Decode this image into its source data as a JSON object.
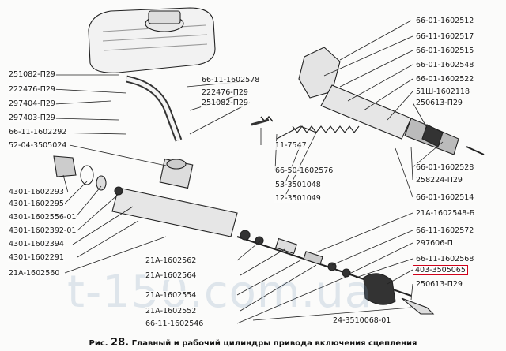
{
  "labels_left": [
    "251082-П29",
    "222476-П29",
    "297404-П29",
    "297403-П29",
    "66-11-1602292",
    "52-04-3505024",
    "4301-1602293",
    "4301-1602295",
    "4301-1602556-01",
    "4301-1602392-01",
    "4301-1602394",
    "4301-1602291",
    "21А-1602560"
  ],
  "labels_center": [
    "66-11-1602578",
    "222476-П29",
    "251082-П29",
    "11-7547",
    "66-50-1602576",
    "53-3501048",
    "12-3501049",
    "21А-1602562",
    "21А-1602564",
    "21А-1602554",
    "21А-1602552",
    "66-11-1602546",
    "24-3510068-01"
  ],
  "labels_right": [
    "66-01-1602512",
    "66-11-1602517",
    "66-01-1602515",
    "66-01-1602548",
    "66-01-1602522",
    "51Ш-1602118",
    "250613-П29",
    "66-01-1602528",
    "258224-П29",
    "66-01-1602514",
    "21А-1602548-Б",
    "66-11-1602572",
    "297606-П",
    "66-11-1602568",
    "403-3505065",
    "250613-П29"
  ],
  "caption": {
    "prefix": "Рис.",
    "number": "28.",
    "text": "Главный и рабочий цилиндры привода включения сцепления"
  },
  "watermark": "t-150.com.ua",
  "colors": {
    "highlight": "#d0021b",
    "ink": "#1a1a1a"
  }
}
